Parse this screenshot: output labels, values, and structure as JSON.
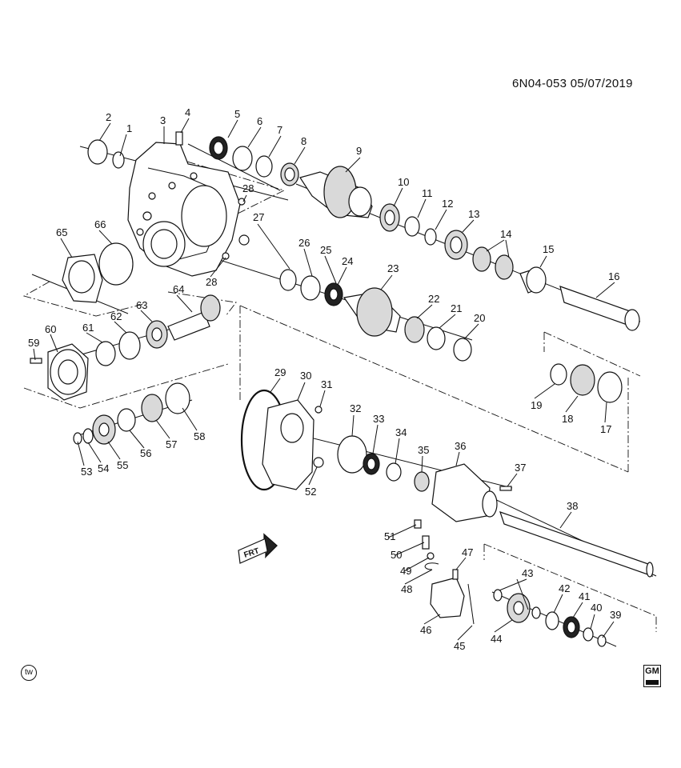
{
  "header": {
    "code": "6N04-053 05/07/2019"
  },
  "badges": {
    "tw_label": "tw",
    "gm_label": "GM"
  },
  "direction": {
    "label": "FRT"
  },
  "parts": [
    {
      "n": "1"
    },
    {
      "n": "2"
    },
    {
      "n": "3"
    },
    {
      "n": "4"
    },
    {
      "n": "5"
    },
    {
      "n": "6"
    },
    {
      "n": "7"
    },
    {
      "n": "8"
    },
    {
      "n": "9"
    },
    {
      "n": "10"
    },
    {
      "n": "11"
    },
    {
      "n": "12"
    },
    {
      "n": "13"
    },
    {
      "n": "14"
    },
    {
      "n": "15"
    },
    {
      "n": "16"
    },
    {
      "n": "17"
    },
    {
      "n": "18"
    },
    {
      "n": "19"
    },
    {
      "n": "20"
    },
    {
      "n": "21"
    },
    {
      "n": "22"
    },
    {
      "n": "23"
    },
    {
      "n": "24"
    },
    {
      "n": "25"
    },
    {
      "n": "26"
    },
    {
      "n": "27"
    },
    {
      "n": "28"
    },
    {
      "n": "28"
    },
    {
      "n": "29"
    },
    {
      "n": "30"
    },
    {
      "n": "31"
    },
    {
      "n": "32"
    },
    {
      "n": "33"
    },
    {
      "n": "34"
    },
    {
      "n": "35"
    },
    {
      "n": "36"
    },
    {
      "n": "37"
    },
    {
      "n": "38"
    },
    {
      "n": "39"
    },
    {
      "n": "40"
    },
    {
      "n": "41"
    },
    {
      "n": "42"
    },
    {
      "n": "43"
    },
    {
      "n": "44"
    },
    {
      "n": "45"
    },
    {
      "n": "46"
    },
    {
      "n": "47"
    },
    {
      "n": "48"
    },
    {
      "n": "49"
    },
    {
      "n": "50"
    },
    {
      "n": "51"
    },
    {
      "n": "52"
    },
    {
      "n": "53"
    },
    {
      "n": "54"
    },
    {
      "n": "55"
    },
    {
      "n": "56"
    },
    {
      "n": "57"
    },
    {
      "n": "58"
    },
    {
      "n": "59"
    },
    {
      "n": "60"
    },
    {
      "n": "61"
    },
    {
      "n": "62"
    },
    {
      "n": "63"
    },
    {
      "n": "64"
    },
    {
      "n": "65"
    },
    {
      "n": "66"
    }
  ]
}
